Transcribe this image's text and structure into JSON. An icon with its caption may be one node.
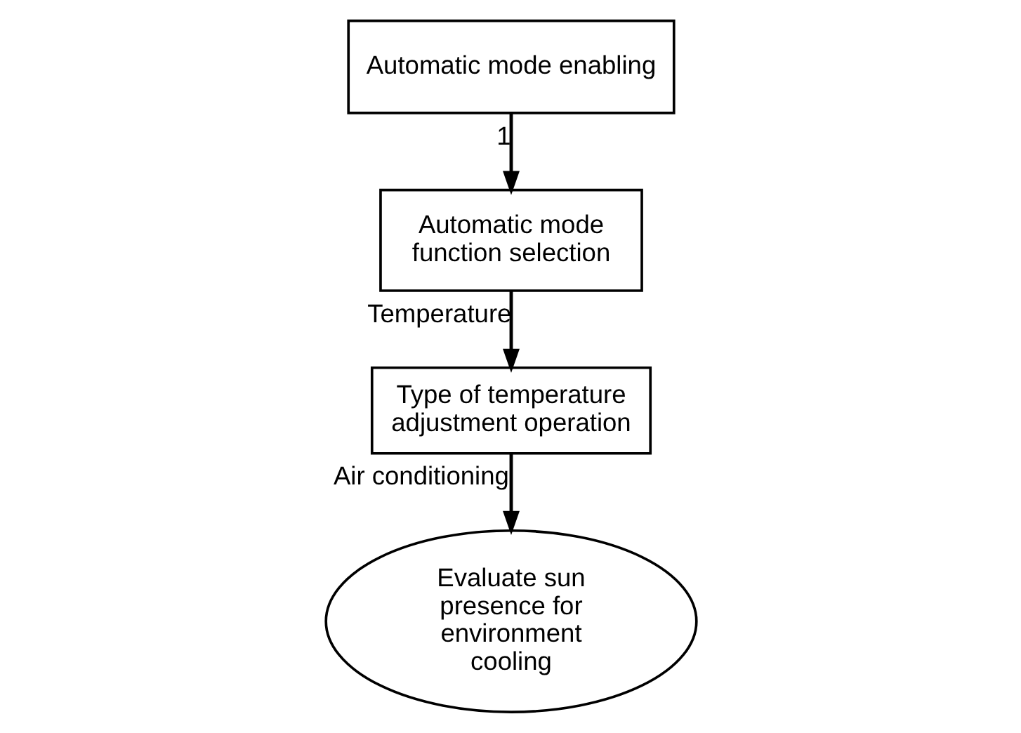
{
  "diagram": {
    "nodes": [
      {
        "text": [
          "Automatic mode enabling"
        ]
      },
      {
        "text": [
          "Automatic mode function selection"
        ]
      },
      {
        "text": [
          "Type of temperature adjustment operation"
        ]
      },
      {
        "text": [
          "Evaluate sun presence for environment cooling"
        ]
      }
    ],
    "edges": [
      {
        "from": 0,
        "to": 1,
        "arrow": "to",
        "label": "1"
      },
      {
        "from": 1,
        "to": 2,
        "arrow": "to",
        "label": "Temperature"
      },
      {
        "from": 2,
        "to": 3,
        "arrow": "to",
        "label": "Air conditioning"
      }
    ]
  }
}
